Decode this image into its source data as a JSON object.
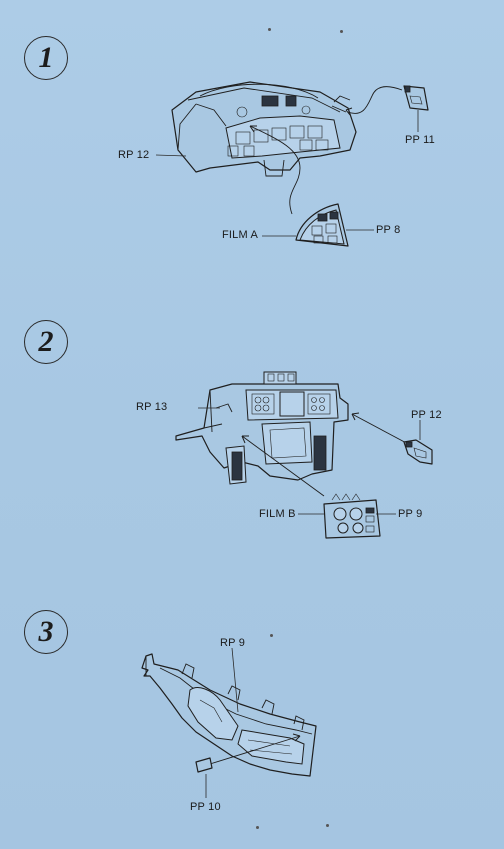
{
  "steps": [
    {
      "number": "1",
      "labels": {
        "rp": "RP 12",
        "pp_top": "PP 11",
        "film": "FILM A",
        "pp_bottom": "PP 8"
      }
    },
    {
      "number": "2",
      "labels": {
        "rp": "RP 13",
        "pp_top": "PP 12",
        "film": "FILM B",
        "pp_bottom": "PP 9"
      }
    },
    {
      "number": "3",
      "labels": {
        "rp": "RP 9",
        "pp_bottom": "PP 10"
      }
    }
  ]
}
